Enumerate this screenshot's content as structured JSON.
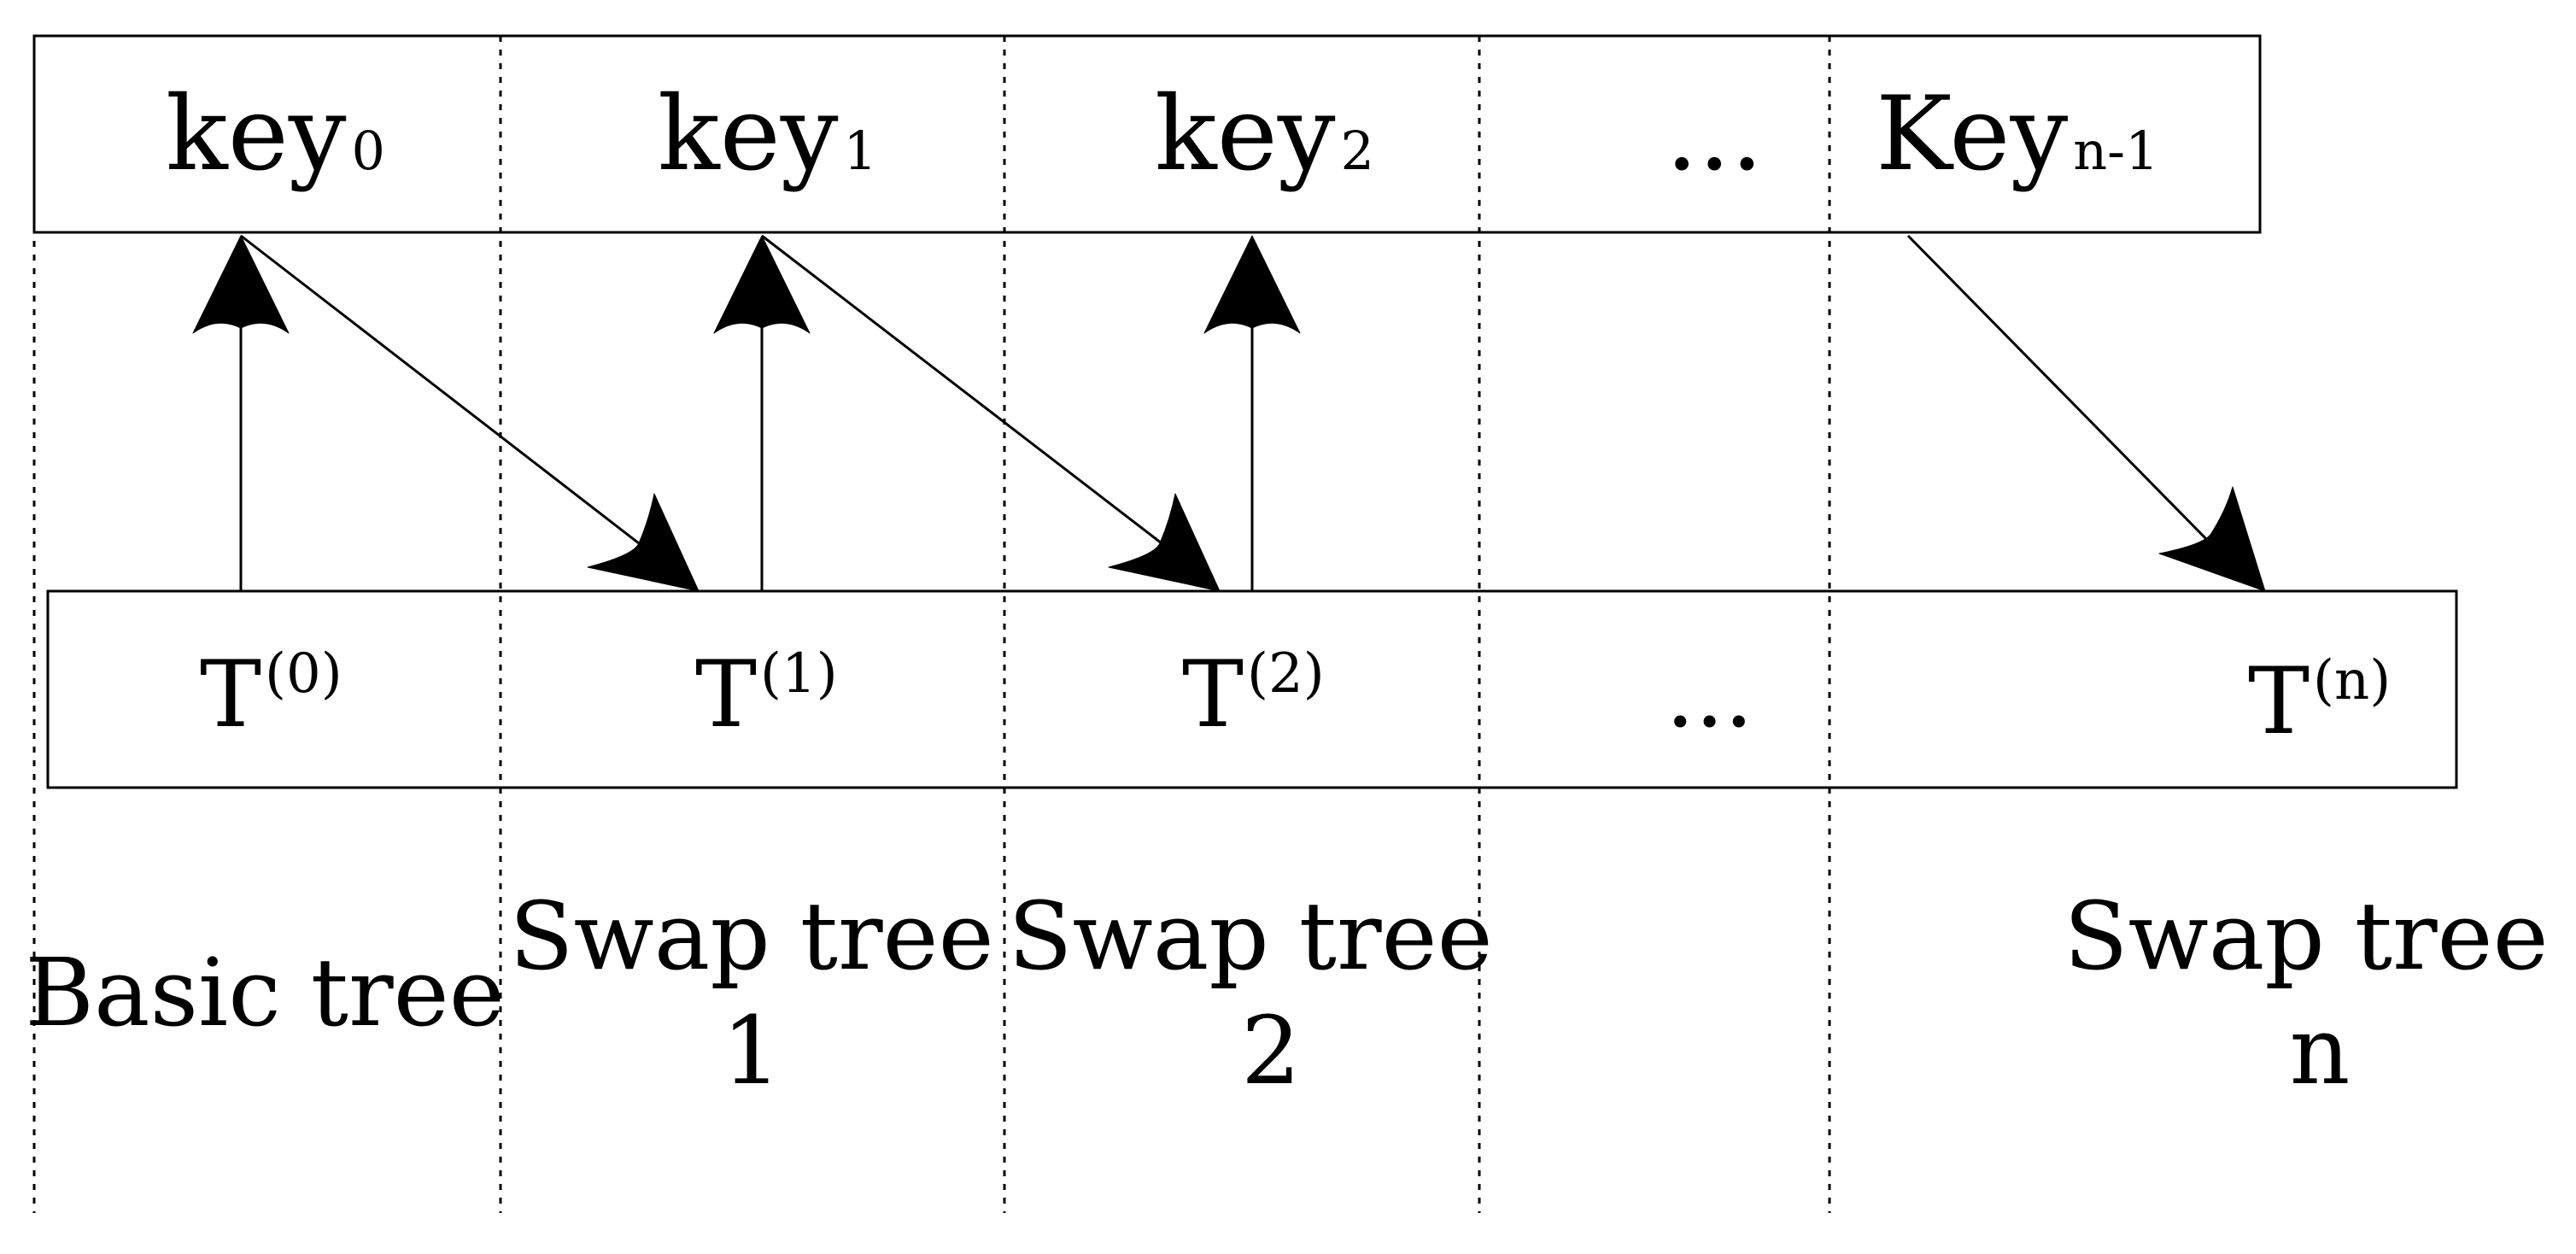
{
  "keys": [
    {
      "base": "key",
      "sub": "0"
    },
    {
      "base": "key",
      "sub": "1"
    },
    {
      "base": "key",
      "sub": "2"
    },
    {
      "base": "...",
      "sub": ""
    },
    {
      "base": "Key",
      "sub": "n-1"
    }
  ],
  "trees": [
    {
      "base": "T",
      "sup": "(0)"
    },
    {
      "base": "T",
      "sup": "(1)"
    },
    {
      "base": "T",
      "sup": "(2)"
    },
    {
      "base": "...",
      "sup": ""
    },
    {
      "base": "T",
      "sup": "(n)"
    }
  ],
  "captions": [
    {
      "line1": "Basic tree",
      "line2": ""
    },
    {
      "line1": "Swap tree",
      "line2": "1"
    },
    {
      "line1": "Swap tree",
      "line2": "2"
    },
    {
      "line1": "Swap tree",
      "line2": "n"
    }
  ]
}
